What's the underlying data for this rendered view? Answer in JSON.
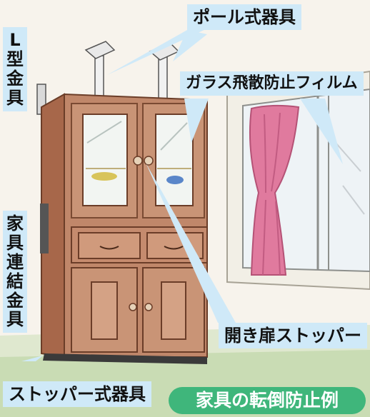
{
  "labels": {
    "pole": "ポール式器具",
    "l_bracket": "L型金具",
    "glass_film": "ガラス飛散防止フィルム",
    "connector": "家具連結金具",
    "door_stopper": "開き扉ストッパー",
    "stopper": "ストッパー式器具"
  },
  "title": "家具の転倒防止例",
  "colors": {
    "callout_bg": "#cfe9f8",
    "title_bg": "#3fb67b",
    "cabinet": "#b97c5d",
    "curtain": "#e07a9e"
  }
}
